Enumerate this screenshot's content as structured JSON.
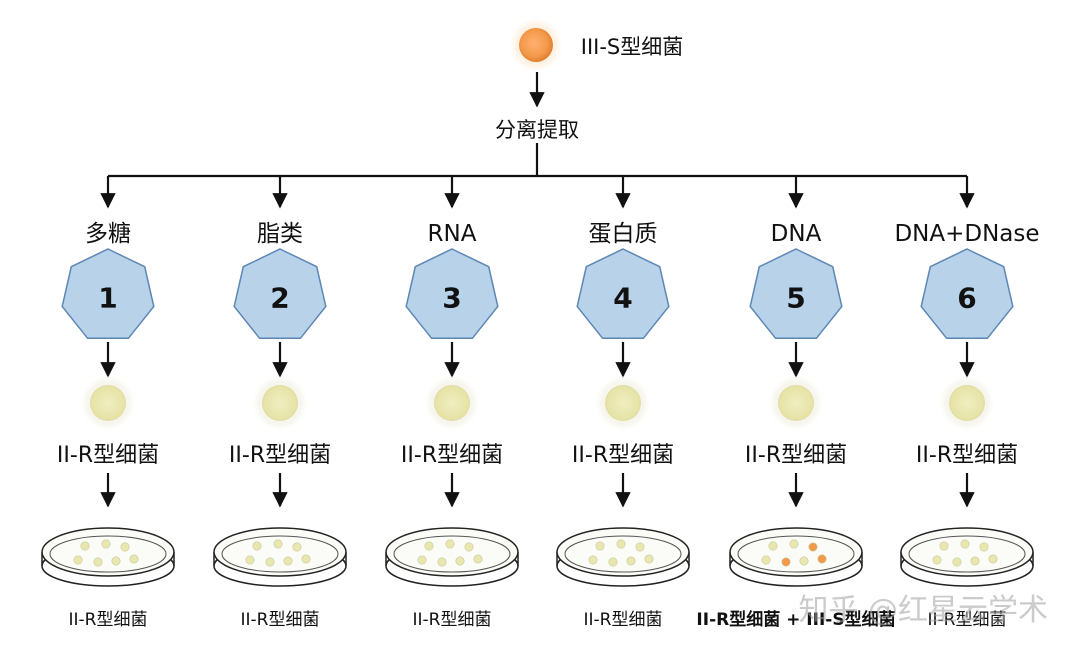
{
  "source_label": "III-S型细菌",
  "process_label": "分离提取",
  "columns": [
    {
      "substance": "多糖",
      "number": "1",
      "cell_label": "II-R型细菌",
      "result": "II-R型细菌",
      "result_bold": false,
      "transformed": false
    },
    {
      "substance": "脂类",
      "number": "2",
      "cell_label": "II-R型细菌",
      "result": "II-R型细菌",
      "result_bold": false,
      "transformed": false
    },
    {
      "substance": "RNA",
      "number": "3",
      "cell_label": "II-R型细菌",
      "result": "II-R型细菌",
      "result_bold": false,
      "transformed": false
    },
    {
      "substance": "蛋白质",
      "number": "4",
      "cell_label": "II-R型细菌",
      "result": "II-R型细菌",
      "result_bold": false,
      "transformed": false
    },
    {
      "substance": "DNA",
      "number": "5",
      "cell_label": "II-R型细菌",
      "result": "II-R型细菌 + III-S型细菌",
      "result_bold": true,
      "transformed": true
    },
    {
      "substance": "DNA+DNase",
      "number": "6",
      "cell_label": "II-R型细菌",
      "result": "II-R型细菌",
      "result_bold": false,
      "transformed": false
    }
  ],
  "watermark": "知乎 @红星云学术",
  "colors": {
    "s_cell": "#f39a4a",
    "r_cell": "#e9e7b0",
    "heptagon_fill": "#b8d2ea",
    "heptagon_stroke": "#5d87b5",
    "arrow": "#111111"
  }
}
